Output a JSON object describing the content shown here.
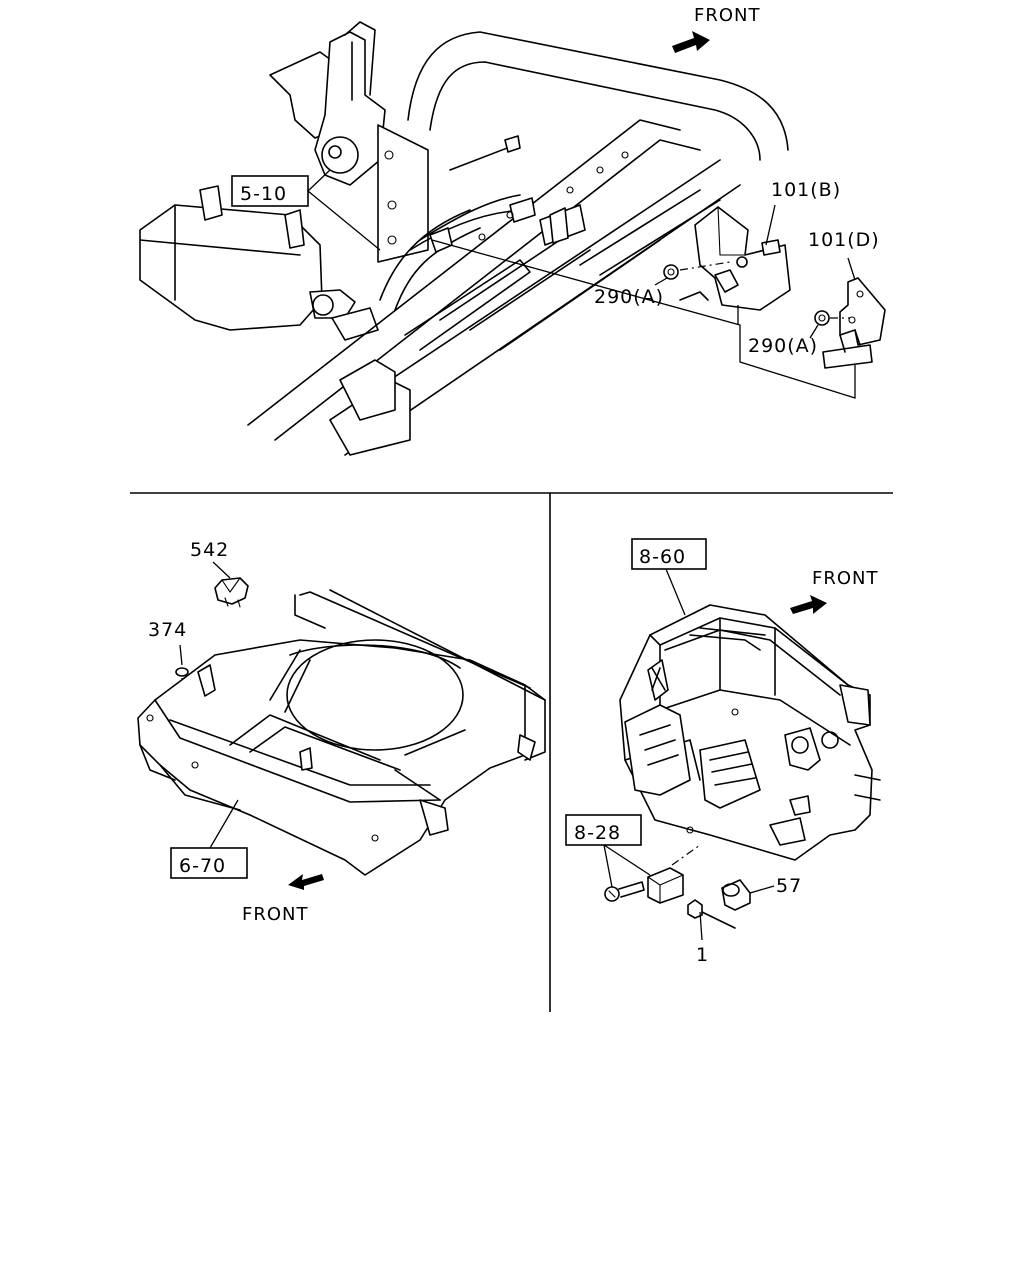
{
  "front_labels": {
    "top": "FRONT",
    "bottom_right": "FRONT",
    "bottom_left": "FRONT"
  },
  "callouts": {
    "top": {
      "ref_5_10": "5-10",
      "ref_101_b": "101(B)",
      "ref_101_d": "101(D)",
      "ref_290_a_upper": "290(A)",
      "ref_290_a_lower": "290(A)"
    },
    "bottom_left": {
      "ref_542": "542",
      "ref_374": "374",
      "ref_6_70": "6-70"
    },
    "bottom_right": {
      "ref_8_60": "8-60",
      "ref_8_28": "8-28",
      "ref_57": "57",
      "ref_1": "1"
    }
  },
  "icons": [
    "front-arrow-icon",
    "bracket-icon",
    "nut-icon",
    "clip-icon",
    "heater-unit-icon",
    "floor-panel-icon",
    "sensor-icon",
    "screw-icon"
  ]
}
